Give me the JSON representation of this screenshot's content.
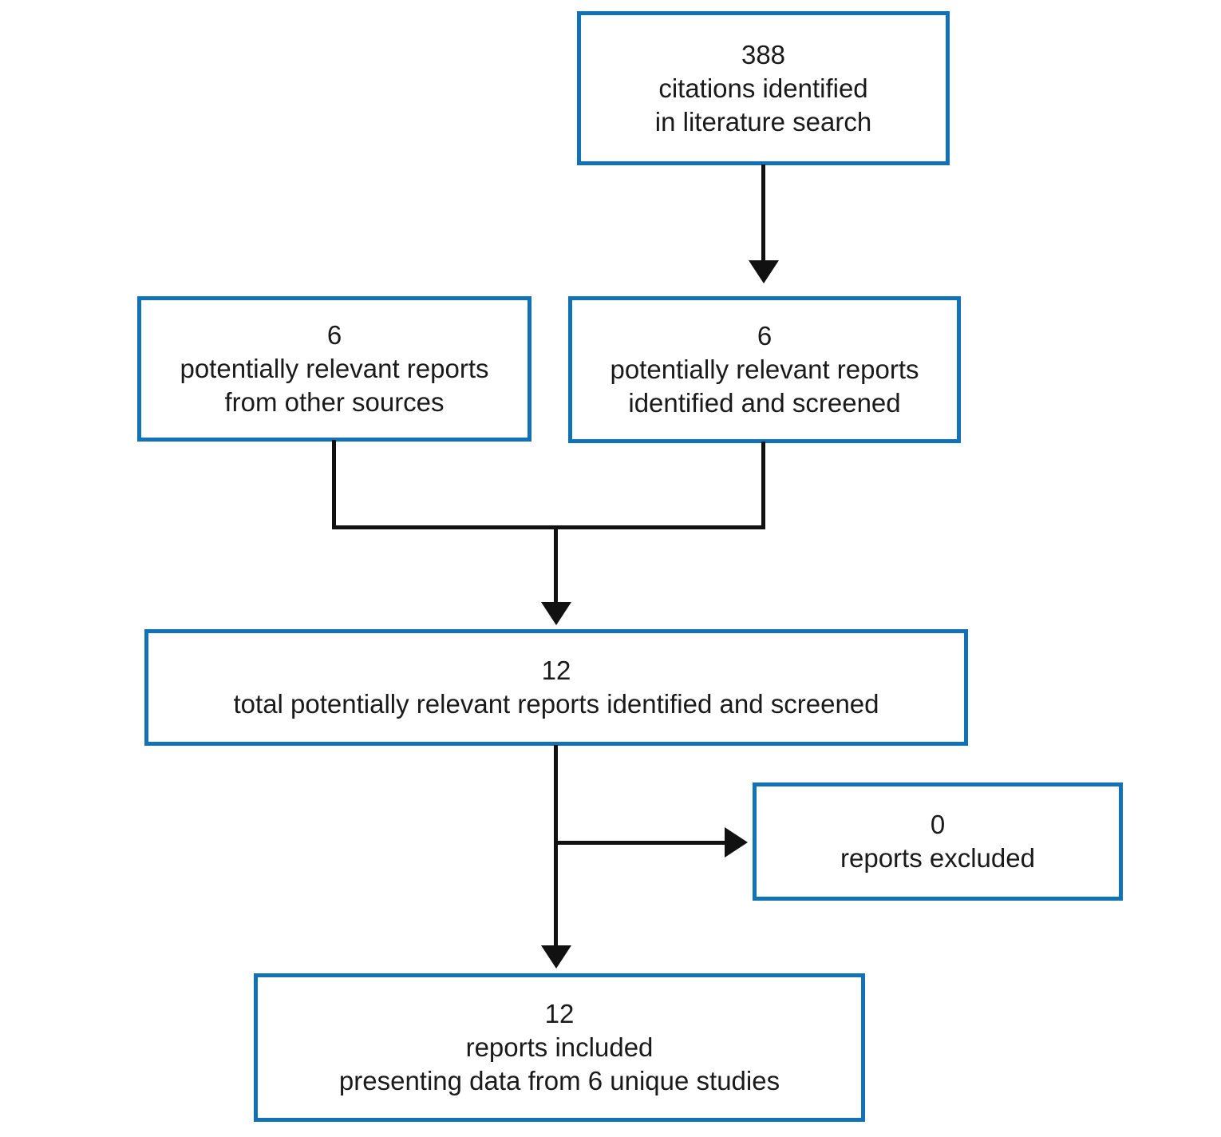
{
  "diagram": {
    "kind": "literature-search-flowchart",
    "colors": {
      "box_border": "#1272b8",
      "connector": "#111111",
      "text": "#1a1a1a",
      "background": "#ffffff"
    },
    "nodes": {
      "citations": {
        "count": "388",
        "lines": [
          "388",
          "citations identified",
          "in literature search"
        ]
      },
      "other_sources": {
        "count": "6",
        "lines": [
          "6",
          "potentially relevant reports",
          "from other sources"
        ]
      },
      "screened": {
        "count": "6",
        "lines": [
          "6",
          "potentially relevant reports",
          "identified and screened"
        ]
      },
      "total": {
        "count": "12",
        "lines": [
          "12",
          "total potentially relevant reports identified and screened"
        ]
      },
      "excluded": {
        "count": "0",
        "lines": [
          "0",
          "reports excluded"
        ]
      },
      "included": {
        "count": "12",
        "lines": [
          "12",
          "reports included",
          "presenting data from 6 unique studies"
        ]
      }
    },
    "edges": [
      {
        "from": "citations",
        "to": "screened"
      },
      {
        "from": "other_sources",
        "to": "total"
      },
      {
        "from": "screened",
        "to": "total"
      },
      {
        "from": "total",
        "to": "excluded"
      },
      {
        "from": "total",
        "to": "included"
      }
    ]
  }
}
